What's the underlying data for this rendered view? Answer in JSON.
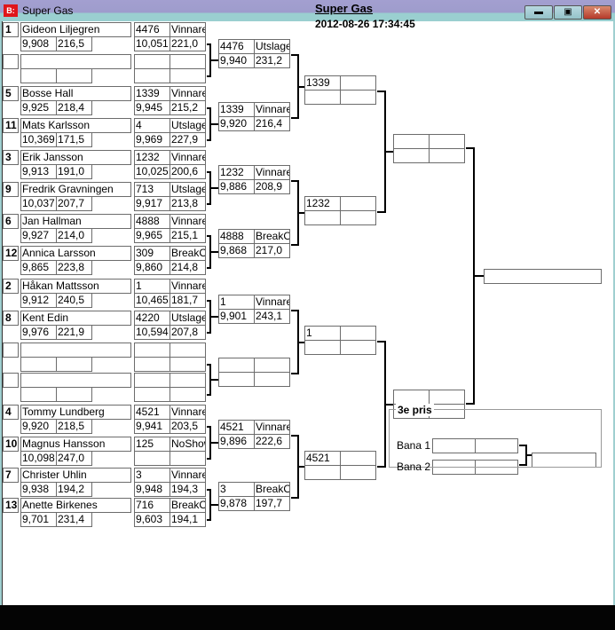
{
  "window": {
    "title": "Super Gas",
    "buttons": {
      "minimize": "minimize",
      "maximize": "maximize",
      "close": "close"
    }
  },
  "header": {
    "title": "Super Gas",
    "datetime": "2012-08-26 17:34:45"
  },
  "round1": [
    {
      "seed": "1",
      "name": "Gideon Liljegren",
      "reaction": "9,908",
      "speed": "216,5",
      "id": "4476",
      "result": "Vinnare",
      "time": "10,051",
      "speed2": "221,0"
    },
    {
      "seed": "",
      "name": "",
      "reaction": "",
      "speed": "",
      "id": "",
      "result": "",
      "time": "",
      "speed2": ""
    },
    {
      "seed": "5",
      "name": "Bosse Hall",
      "reaction": "9,925",
      "speed": "218,4",
      "id": "1339",
      "result": "Vinnare",
      "time": "9,945",
      "speed2": "215,2"
    },
    {
      "seed": "11",
      "name": "Mats Karlsson",
      "reaction": "10,369",
      "speed": "171,5",
      "id": "4",
      "result": "Utslagen",
      "time": "9,969",
      "speed2": "227,9"
    },
    {
      "seed": "3",
      "name": "Erik Jansson",
      "reaction": "9,913",
      "speed": "191,0",
      "id": "1232",
      "result": "Vinnare",
      "time": "10,025",
      "speed2": "200,6"
    },
    {
      "seed": "9",
      "name": "Fredrik Gravningen",
      "reaction": "10,037",
      "speed": "207,7",
      "id": "713",
      "result": "Utslagen",
      "time": "9,917",
      "speed2": "213,8"
    },
    {
      "seed": "6",
      "name": "Jan Hallman",
      "reaction": "9,927",
      "speed": "214,0",
      "id": "4888",
      "result": "Vinnare",
      "time": "9,965",
      "speed2": "215,1"
    },
    {
      "seed": "12",
      "name": "Annica Larsson",
      "reaction": "9,865",
      "speed": "223,8",
      "id": "309",
      "result": "BreakOut",
      "time": "9,860",
      "speed2": "214,8"
    },
    {
      "seed": "2",
      "name": "Håkan Mattsson",
      "reaction": "9,912",
      "speed": "240,5",
      "id": "1",
      "result": "Vinnare",
      "time": "10,465",
      "speed2": "181,7"
    },
    {
      "seed": "8",
      "name": "Kent Edin",
      "reaction": "9,976",
      "speed": "221,9",
      "id": "4220",
      "result": "Utslagen",
      "time": "10,594",
      "speed2": "207,8"
    },
    {
      "seed": "",
      "name": "",
      "reaction": "",
      "speed": "",
      "id": "",
      "result": "",
      "time": "",
      "speed2": ""
    },
    {
      "seed": "",
      "name": "",
      "reaction": "",
      "speed": "",
      "id": "",
      "result": "",
      "time": "",
      "speed2": ""
    },
    {
      "seed": "4",
      "name": "Tommy Lundberg",
      "reaction": "9,920",
      "speed": "218,5",
      "id": "4521",
      "result": "Vinnare",
      "time": "9,941",
      "speed2": "203,5"
    },
    {
      "seed": "10",
      "name": "Magnus Hansson",
      "reaction": "10,098",
      "speed": "247,0",
      "id": "125",
      "result": "NoShow",
      "time": "",
      "speed2": ""
    },
    {
      "seed": "7",
      "name": "Christer Uhlin",
      "reaction": "9,938",
      "speed": "194,2",
      "id": "3",
      "result": "Vinnare",
      "time": "9,948",
      "speed2": "194,3"
    },
    {
      "seed": "13",
      "name": "Anette Birkenes",
      "reaction": "9,701",
      "speed": "231,4",
      "id": "716",
      "result": "BreakOut",
      "time": "9,603",
      "speed2": "194,1"
    }
  ],
  "round2": [
    {
      "id": "4476",
      "result": "Utslagen",
      "time": "9,940",
      "speed": "231,2"
    },
    {
      "id": "1339",
      "result": "Vinnare",
      "time": "9,920",
      "speed": "216,4"
    },
    {
      "id": "1232",
      "result": "Vinnare",
      "time": "9,886",
      "speed": "208,9"
    },
    {
      "id": "4888",
      "result": "BreakOut",
      "time": "9,868",
      "speed": "217,0"
    },
    {
      "id": "1",
      "result": "Vinnare",
      "time": "9,901",
      "speed": "243,1"
    },
    {
      "id": "",
      "result": "",
      "time": "",
      "speed": ""
    },
    {
      "id": "4521",
      "result": "Vinnare",
      "time": "9,896",
      "speed": "222,6"
    },
    {
      "id": "3",
      "result": "BreakOut",
      "time": "9,878",
      "speed": "197,7"
    }
  ],
  "round3": [
    {
      "id": "1339",
      "result": "",
      "time": "",
      "speed": ""
    },
    {
      "id": "1232",
      "result": "",
      "time": "",
      "speed": ""
    },
    {
      "id": "1",
      "result": "",
      "time": "",
      "speed": ""
    },
    {
      "id": "4521",
      "result": "",
      "time": "",
      "speed": ""
    }
  ],
  "semifinal": [
    {
      "id": "",
      "result": "",
      "time": "",
      "speed": ""
    },
    {
      "id": "",
      "result": "",
      "time": "",
      "speed": ""
    }
  ],
  "final": {
    "winner": ""
  },
  "third_place": {
    "title": "3e pris",
    "lane1_label": "Bana 1",
    "lane2_label": "Bana 2",
    "lane1": {
      "id": "",
      "result": ""
    },
    "lane2": {
      "id": "",
      "result": ""
    },
    "winner": ""
  }
}
